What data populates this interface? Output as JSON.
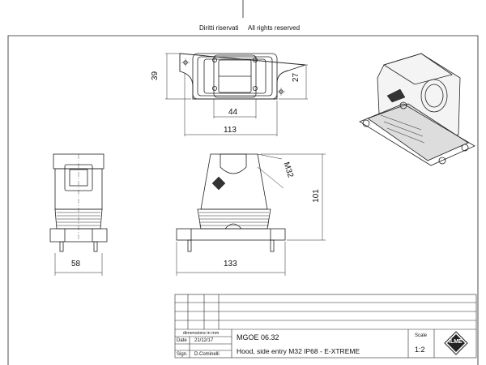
{
  "header": {
    "rights_it": "Diritti riservati",
    "rights_en": "All rights reserved"
  },
  "dimensions": {
    "top_height": "39",
    "top_inner_height": "27",
    "top_inner_width": "44",
    "top_width": "113",
    "thread": "M32",
    "front_height": "101",
    "side_width": "58",
    "front_width": "133"
  },
  "title_block": {
    "dimensions_note": "dimensions in mm",
    "date_label": "Date",
    "date_value": "21/12/17",
    "sign_label": "Sign.",
    "sign_value": "D.Cominelli",
    "part_code": "MGOE 06.32",
    "description": "Hood, side entry M32 IP68 - E-XTREME",
    "scale_label": "Scale",
    "scale_value": "1:2",
    "logo_text": "ILME"
  }
}
